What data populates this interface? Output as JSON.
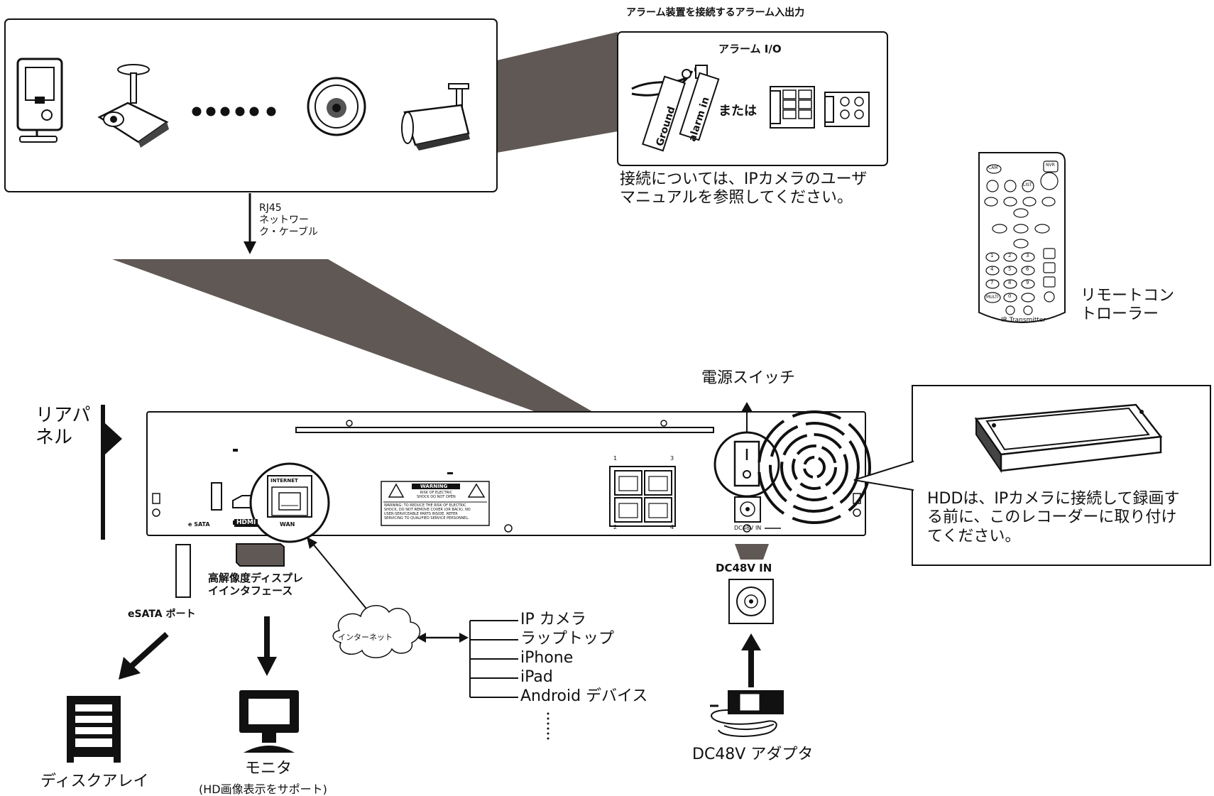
{
  "alarm": {
    "heading": "アラーム装置を接続するアラーム入出力",
    "io_label": "アラーム I/O",
    "or_label": "または",
    "wire_ground": "Ground",
    "wire_alarm_in": "alarm in",
    "note": "接続については、IPカメラのユーザ\nマニュアルを参照してください。"
  },
  "network": {
    "cable_label": "RJ45\nネットワー\nク・ケーブル"
  },
  "remote": {
    "label": "リモートコン\nトローラー",
    "footer": "IR Transmitter",
    "btn_cam": "CAM",
    "btn_nvr": "NVR",
    "btn_list": "LIST",
    "btn_multi": "MULTI",
    "keys": [
      "1",
      "2",
      "3",
      "4",
      "5",
      "6",
      "7",
      "8",
      "9",
      "0"
    ]
  },
  "rear": {
    "panel_label": "リアパ\nネル",
    "power_switch": "電源スイッチ",
    "esata_port": "e SATA",
    "hdmi": "HDMI",
    "internet": "INTERNET",
    "wan": "WAN",
    "warning_title": "WARNING",
    "warning_sub": "RISK OF ELECTRIC\nSHOCK DO NOT OPEN",
    "warning_body": "WARNING: TO REDUCE THE RISK OF ELECTRIC\nSHOCK, DO NOT REMOVE COVER (OR BACK). NO\nUSER-SERVICEABLE PARTS INSIDE. REFER\nSERVICING TO QUALIFIED SERVICE PERSONNEL.",
    "port_nums": [
      "1",
      "3",
      "2",
      "4"
    ],
    "dc_in": "DC48V IN"
  },
  "hdd": {
    "note": "HDDは、IPカメラに接続して録画す\nる前に、このレコーダーに取り付け\nてください。"
  },
  "bottom": {
    "esata": "eSATA ポート",
    "disk_array": "ディスクアレイ",
    "hd_interface": "高解像度ディスプレ\nイインタフェース",
    "monitor": "モニタ",
    "monitor_sub": "(HD画像表示をサポート)",
    "internet": "インターネット",
    "devices": [
      "IP カメラ",
      "ラップトップ",
      "iPhone",
      "iPad",
      "Android デバイス"
    ],
    "dc48v_in": "DC48V IN",
    "adapter": "DC48V アダプタ"
  }
}
